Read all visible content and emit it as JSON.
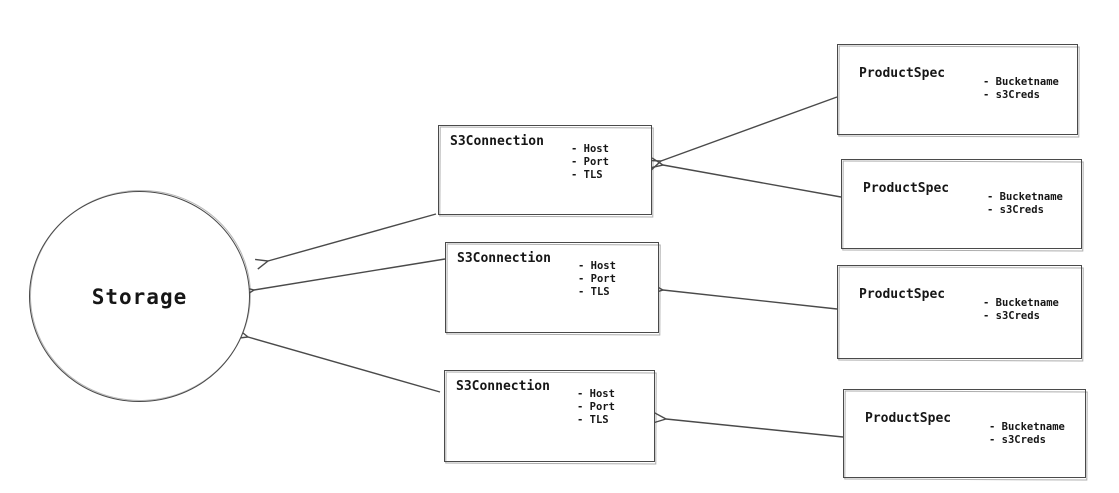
{
  "diagram": {
    "storage": {
      "label": "Storage"
    },
    "s3_nodes": [
      {
        "id": "s3-connection-1",
        "title": "S3Connection",
        "attributes": [
          "- Host",
          "- Port",
          "- TLS"
        ]
      },
      {
        "id": "s3-connection-2",
        "title": "S3Connection",
        "attributes": [
          "- Host",
          "- Port",
          "- TLS"
        ]
      },
      {
        "id": "s3-connection-3",
        "title": "S3Connection",
        "attributes": [
          "- Host",
          "- Port",
          "- TLS"
        ]
      }
    ],
    "product_nodes": [
      {
        "id": "product-spec-1",
        "title": "ProductSpec",
        "attributes": [
          "- Bucketname",
          "- s3Creds"
        ]
      },
      {
        "id": "product-spec-2",
        "title": "ProductSpec",
        "attributes": [
          "- Bucketname",
          "- s3Creds"
        ]
      },
      {
        "id": "product-spec-3",
        "title": "ProductSpec",
        "attributes": [
          "- Bucketname",
          "- s3Creds"
        ]
      },
      {
        "id": "product-spec-4",
        "title": "ProductSpec",
        "attributes": [
          "- Bucketname",
          "- s3Creds"
        ]
      }
    ],
    "edges": [
      {
        "from": "product-spec-1",
        "to": "s3-connection-1"
      },
      {
        "from": "product-spec-2",
        "to": "s3-connection-1"
      },
      {
        "from": "product-spec-3",
        "to": "s3-connection-2"
      },
      {
        "from": "product-spec-4",
        "to": "s3-connection-3"
      },
      {
        "from": "s3-connection-1",
        "to": "storage"
      },
      {
        "from": "s3-connection-2",
        "to": "storage"
      },
      {
        "from": "s3-connection-3",
        "to": "storage"
      }
    ],
    "colors": {
      "stroke": "#4a4a4a",
      "text": "#161616",
      "background": "#ffffff"
    }
  }
}
